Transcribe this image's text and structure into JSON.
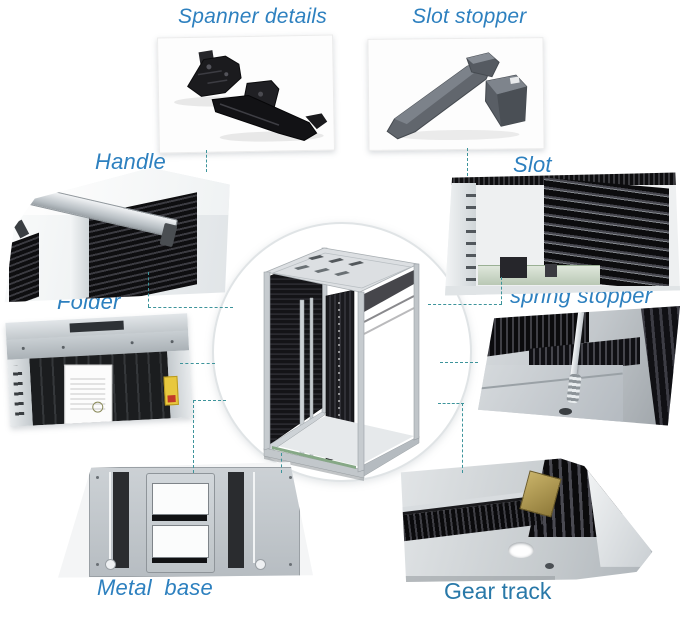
{
  "figure": {
    "type": "annotated product feature diagram",
    "center_image": "smt-pcb-magazine-rack-photo"
  },
  "colors": {
    "label_blue": "#2d80bf",
    "gear_track_label_blue": "#2878a8",
    "connector_dash_teal": "#3d949b",
    "background": "#ffffff"
  },
  "callouts": {
    "spanner_details": {
      "label": "Spanner details"
    },
    "slot_stopper": {
      "label": "Slot stopper"
    },
    "handle": {
      "label": "Handle"
    },
    "slot": {
      "label": "Slot"
    },
    "folder": {
      "label": "Folder"
    },
    "spring_stopper": {
      "label": "spring stopper"
    },
    "metal_base": {
      "label": "Metal  base"
    },
    "gear_track": {
      "label": "Gear track"
    }
  }
}
